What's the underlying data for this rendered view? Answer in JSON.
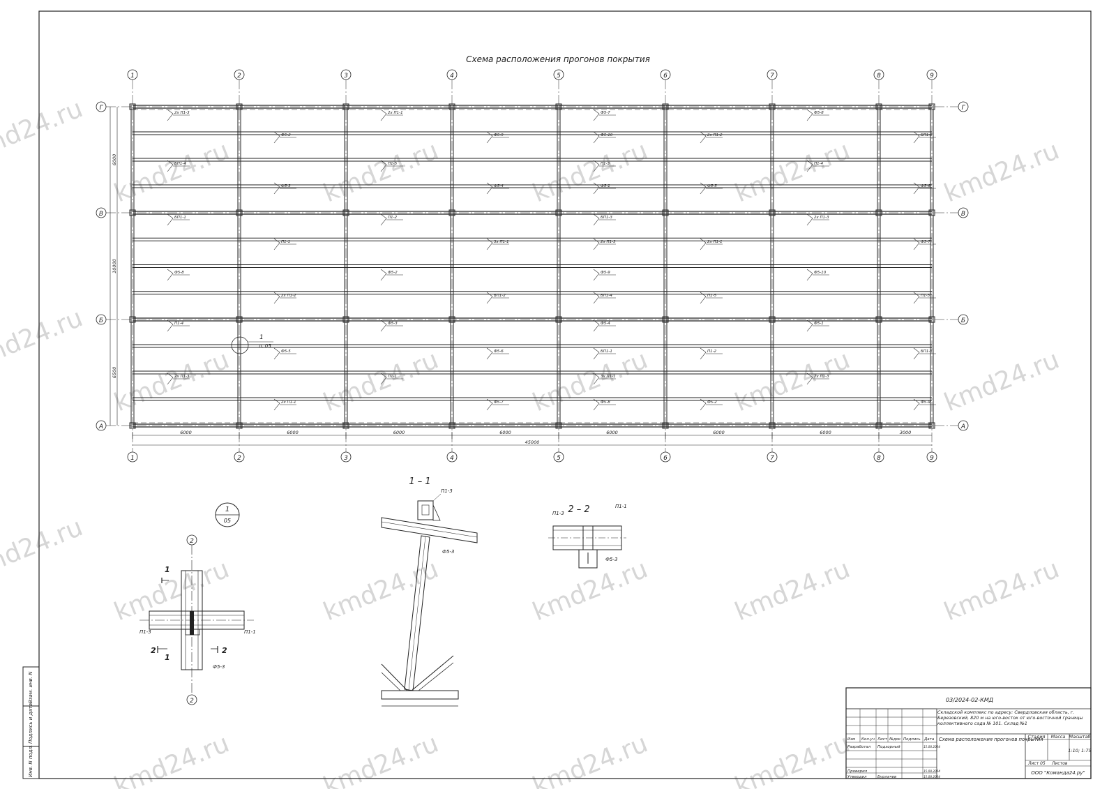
{
  "plan": {
    "title": "Схема расположения прогонов покрытия",
    "axes_x": [
      "1",
      "2",
      "3",
      "4",
      "5",
      "6",
      "7",
      "8",
      "9"
    ],
    "axes_y": [
      "Г",
      "В",
      "Б",
      "А"
    ],
    "spans": [
      "6000",
      "6000",
      "6000",
      "6000",
      "6000",
      "6000",
      "6000",
      "3000"
    ],
    "overall": "45000",
    "dims_left": [
      "6000",
      "10000",
      "6500"
    ],
    "purlin_labels": [
      "2х П1-3",
      "2х П1-1",
      "Ф5-7",
      "Ф5-8",
      "Ф5-2",
      "Ф5-9",
      "Ф5-10",
      "2х П1-2",
      "БП1-2",
      "БП1-4",
      "П1-5",
      "П1-3",
      "П1-4",
      "Ф5-3",
      "Ф5-4",
      "Ф5-1",
      "Ф5-5",
      "Ф5-6",
      "БП1-1",
      "П1-2",
      "БП1-3",
      "2х П1-3",
      "П1-1",
      "3х П1-1"
    ],
    "callout_num": "1",
    "callout_sheet": "л. 05"
  },
  "node": {
    "badge_num": "1",
    "badge_sheet": "05",
    "axis": "2",
    "labels": [
      "П1-3",
      "П1-1",
      "Ф5-3"
    ],
    "cuts": [
      "1",
      "2"
    ]
  },
  "section11": {
    "title": "1 – 1",
    "labels": [
      "П1-3",
      "Ф5-3"
    ]
  },
  "section22": {
    "title": "2 – 2",
    "labels": [
      "П1-3",
      "П1-1",
      "Ф5-3"
    ]
  },
  "titleblock": {
    "code": "03/2024-02-КМД",
    "object": "Складской комплекс по адресу: Свердловская область, г. Березовский, 820 м на юго-восток от юго-восточной границы коллективного сада № 101. Склад №1",
    "sheet_title": "Схема расположения прогонов покрытия",
    "cols": [
      "Изм",
      "Кол.уч",
      "Лист",
      "№док",
      "Подпись",
      "Дата"
    ],
    "rows": [
      {
        "role": "Разработал",
        "name": "Подзорный",
        "date": "15.08.2024"
      },
      {
        "role": "Проверил",
        "name": "",
        "date": "15.08.2024"
      },
      {
        "role": "Утвердил",
        "name": "Бурлачев",
        "date": "15.08.2024"
      }
    ],
    "stage_h": "Стадия",
    "mass_h": "Масса",
    "scale_h": "Масштаб",
    "scale": "1:10; 1:75",
    "sheet": "Лист 05",
    "sheets": "Листов",
    "company": "ООО \"Команда24.ру\""
  },
  "side_stamp": [
    "Взам. инв. N",
    "Подпись и дата",
    "Инв. N подл."
  ],
  "watermark": "kmd24.ru"
}
